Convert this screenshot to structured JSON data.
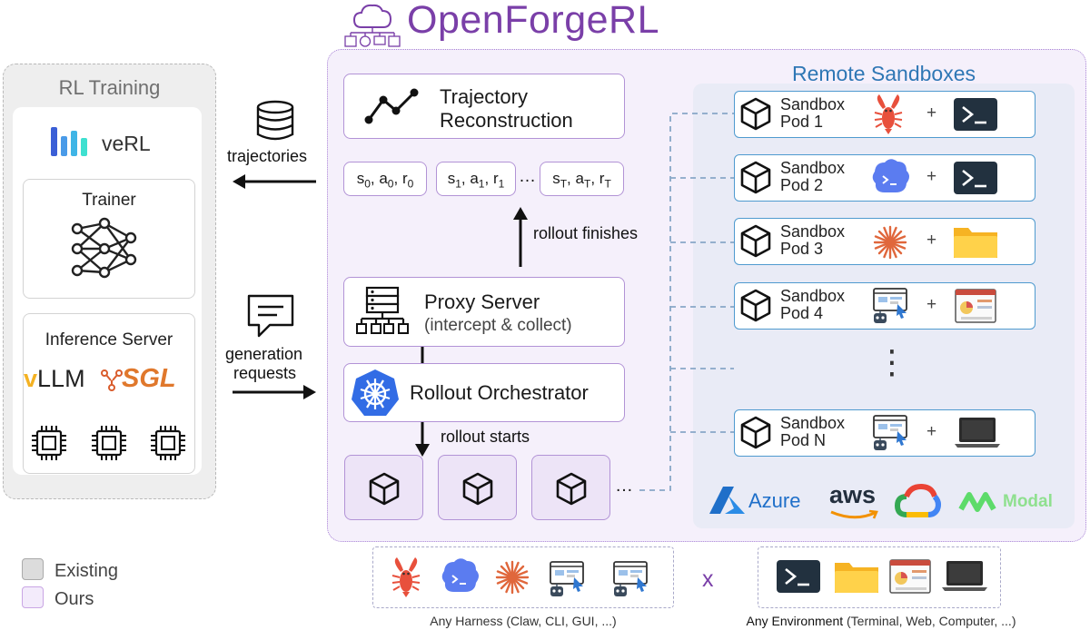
{
  "title": "OpenForgeRL",
  "rl_training": {
    "title": "RL Training",
    "verl_label": "veRL",
    "trainer_label": "Trainer",
    "inference_label": "Inference Server",
    "vllm_label": "LLM",
    "vllm_prefix": "v",
    "sgl_label": "SGL"
  },
  "arrows": {
    "trajectories": "trajectories",
    "generation_line1": "generation",
    "generation_line2": "requests",
    "rollout_finishes": "rollout finishes",
    "rollout_starts": "rollout starts"
  },
  "center": {
    "trajectory_line1": "Trajectory",
    "trajectory_line2": "Reconstruction",
    "tuple1": "s0, a0, r0",
    "tuple2": "s1, a1, r1",
    "tuple3": "sT, aT, rT",
    "ellipsis": "…",
    "proxy_title": "Proxy Server",
    "proxy_sub": "(intercept & collect)",
    "orchestrator": "Rollout Orchestrator",
    "sandbox_ellipsis": "…"
  },
  "remote": {
    "title": "Remote Sandboxes",
    "pods": [
      {
        "line1": "Sandbox",
        "line2": "Pod 1",
        "harness_icon": "claw-lobster-icon",
        "env_icon": "terminal-icon"
      },
      {
        "line1": "Sandbox",
        "line2": "Pod 2",
        "harness_icon": "cli-cloud-icon",
        "env_icon": "terminal-icon"
      },
      {
        "line1": "Sandbox",
        "line2": "Pod 3",
        "harness_icon": "starburst-icon",
        "env_icon": "folder-icon"
      },
      {
        "line1": "Sandbox",
        "line2": "Pod 4",
        "harness_icon": "gui-agent-icon",
        "env_icon": "web-dashboard-icon"
      },
      {
        "line1": "Sandbox",
        "line2": "Pod N",
        "harness_icon": "gui-agent-icon",
        "env_icon": "laptop-icon"
      }
    ],
    "plus": "+",
    "vdots": "⋮",
    "providers": {
      "azure": "Azure",
      "aws": "aws",
      "modal": "Modal"
    }
  },
  "legend": {
    "existing": "Existing",
    "ours": "Ours"
  },
  "bottom": {
    "harness_caption": "Any Harness (Claw, CLI, GUI, ...)",
    "times": "x",
    "env_caption_bold": "Any Environment",
    "env_caption_rest": " (Terminal, Web, Computer, ...)"
  },
  "colors": {
    "purple": "#7a3fa8",
    "purple_border": "#b293d6",
    "blue": "#2f77b5",
    "pod_border": "#4f9acf",
    "lobster": "#e8503c",
    "folder": "#ffc93a",
    "starburst": "#e0673c",
    "terminal": "#22313f"
  }
}
